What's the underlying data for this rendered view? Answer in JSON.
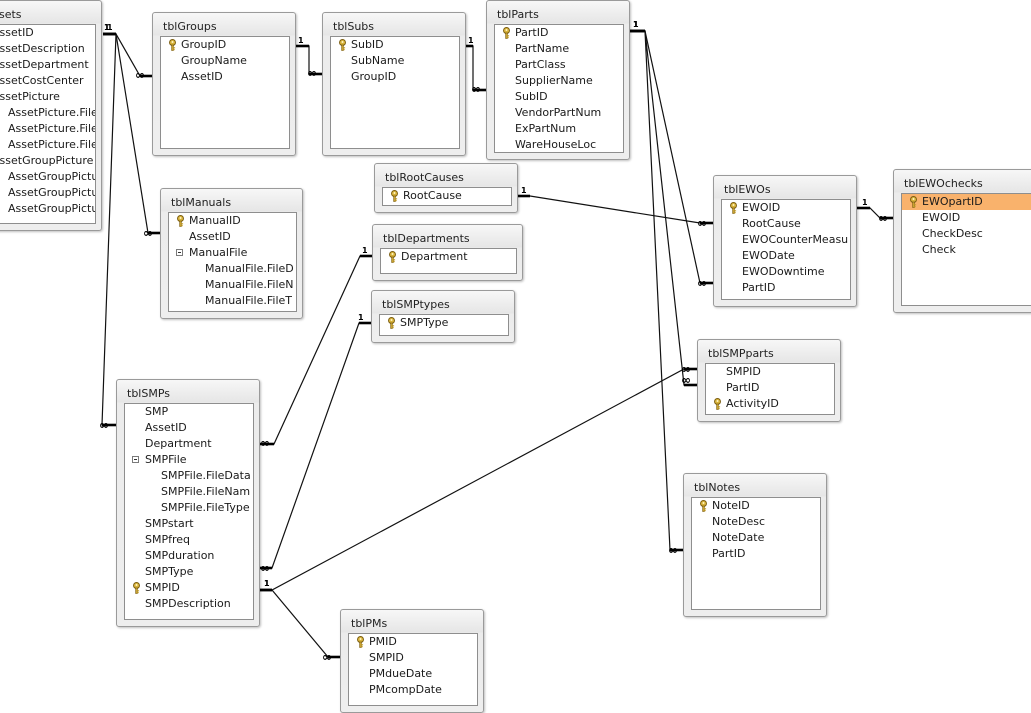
{
  "tables": [
    {
      "id": "assets",
      "title": "sets",
      "fields": [
        {
          "name": "AssetID"
        },
        {
          "name": "AssetDescription"
        },
        {
          "name": "AssetDepartment"
        },
        {
          "name": "AssetCostCenter"
        },
        {
          "name": "AssetPicture"
        },
        {
          "name": "AssetPicture.File",
          "indent": 1
        },
        {
          "name": "AssetPicture.File",
          "indent": 1
        },
        {
          "name": "AssetPicture.File",
          "indent": 1
        },
        {
          "name": "AssetGroupPicture"
        },
        {
          "name": "AssetGroupPictu",
          "indent": 1
        },
        {
          "name": "AssetGroupPictu",
          "indent": 1
        },
        {
          "name": "AssetGroupPictu",
          "indent": 1
        }
      ]
    },
    {
      "id": "tblGroups",
      "title": "tblGroups",
      "fields": [
        {
          "name": "GroupID",
          "pk": true
        },
        {
          "name": "GroupName"
        },
        {
          "name": "AssetID"
        }
      ]
    },
    {
      "id": "tblSubs",
      "title": "tblSubs",
      "fields": [
        {
          "name": "SubID",
          "pk": true
        },
        {
          "name": "SubName"
        },
        {
          "name": "GroupID"
        }
      ]
    },
    {
      "id": "tblParts",
      "title": "tblParts",
      "fields": [
        {
          "name": "PartID",
          "pk": true
        },
        {
          "name": "PartName"
        },
        {
          "name": "PartClass"
        },
        {
          "name": "SupplierName"
        },
        {
          "name": "SubID"
        },
        {
          "name": "VendorPartNum"
        },
        {
          "name": "ExPartNum"
        },
        {
          "name": "WareHouseLoc"
        }
      ]
    },
    {
      "id": "tblRootCauses",
      "title": "tblRootCauses",
      "fields": [
        {
          "name": "RootCause",
          "pk": true
        }
      ]
    },
    {
      "id": "tblDepartments",
      "title": "tblDepartments",
      "fields": [
        {
          "name": "Department",
          "pk": true
        }
      ]
    },
    {
      "id": "tblSMPtypes",
      "title": "tblSMPtypes",
      "fields": [
        {
          "name": "SMPType",
          "pk": true
        }
      ]
    },
    {
      "id": "tblManuals",
      "title": "tblManuals",
      "fields": [
        {
          "name": "ManualID",
          "pk": true
        },
        {
          "name": "AssetID"
        },
        {
          "name": "ManualFile",
          "expand": true
        },
        {
          "name": "ManualFile.FileD",
          "indent": 1
        },
        {
          "name": "ManualFile.FileN",
          "indent": 1
        },
        {
          "name": "ManualFile.FileT",
          "indent": 1
        }
      ]
    },
    {
      "id": "tblEWOs",
      "title": "tblEWOs",
      "fields": [
        {
          "name": "EWOID",
          "pk": true
        },
        {
          "name": "RootCause"
        },
        {
          "name": "EWOCounterMeasu"
        },
        {
          "name": "EWODate"
        },
        {
          "name": "EWODowntime"
        },
        {
          "name": "PartID"
        }
      ]
    },
    {
      "id": "tblEWOchecks",
      "title": "tblEWOchecks",
      "fields": [
        {
          "name": "EWOpartID",
          "pk": true,
          "selected": true
        },
        {
          "name": "EWOID"
        },
        {
          "name": "CheckDesc"
        },
        {
          "name": "Check"
        }
      ]
    },
    {
      "id": "tblSMPparts",
      "title": "tblSMPparts",
      "fields": [
        {
          "name": "SMPID"
        },
        {
          "name": "PartID"
        },
        {
          "name": "ActivityID",
          "pk": true
        }
      ]
    },
    {
      "id": "tblNotes",
      "title": "tblNotes",
      "fields": [
        {
          "name": "NoteID",
          "pk": true
        },
        {
          "name": "NoteDesc"
        },
        {
          "name": "NoteDate"
        },
        {
          "name": "PartID"
        }
      ]
    },
    {
      "id": "tblSMPs",
      "title": "tblSMPs",
      "fields": [
        {
          "name": "SMP"
        },
        {
          "name": "AssetID"
        },
        {
          "name": "Department"
        },
        {
          "name": "SMPFile",
          "expand": true
        },
        {
          "name": "SMPFile.FileData",
          "indent": 1
        },
        {
          "name": "SMPFile.FileNam",
          "indent": 1
        },
        {
          "name": "SMPFile.FileType",
          "indent": 1
        },
        {
          "name": "SMPstart"
        },
        {
          "name": "SMPfreq"
        },
        {
          "name": "SMPduration"
        },
        {
          "name": "SMPType"
        },
        {
          "name": "SMPID",
          "pk": true
        },
        {
          "name": "SMPDescription"
        }
      ]
    },
    {
      "id": "tblPMs",
      "title": "tblPMs",
      "fields": [
        {
          "name": "PMID",
          "pk": true
        },
        {
          "name": "SMPID"
        },
        {
          "name": "PMdueDate"
        },
        {
          "name": "PMcompDate"
        }
      ]
    }
  ],
  "relationships": [
    {
      "id": "assets-groups",
      "one_label": "1",
      "many_label": "∞"
    },
    {
      "id": "assets-manuals",
      "one_label": "1",
      "many_label": "∞"
    },
    {
      "id": "assets-smps",
      "one_label": "1",
      "many_label": "∞"
    },
    {
      "id": "groups-subs",
      "one_label": "1",
      "many_label": "∞"
    },
    {
      "id": "subs-parts",
      "one_label": "1",
      "many_label": "∞"
    },
    {
      "id": "parts-ewos",
      "one_label": "1",
      "many_label": "∞"
    },
    {
      "id": "parts-smpparts",
      "one_label": "1",
      "many_label": "∞"
    },
    {
      "id": "parts-notes",
      "one_label": "1",
      "many_label": "∞"
    },
    {
      "id": "rootcauses-ewos",
      "one_label": "1",
      "many_label": "∞"
    },
    {
      "id": "ewos-ewochecks",
      "one_label": "1",
      "many_label": "∞"
    },
    {
      "id": "departments-smps",
      "one_label": "1",
      "many_label": "∞"
    },
    {
      "id": "smptypes-smps",
      "one_label": "1",
      "many_label": "∞"
    },
    {
      "id": "smps-smpparts",
      "one_label": "1",
      "many_label": "∞"
    },
    {
      "id": "smps-pms",
      "one_label": "1",
      "many_label": "∞"
    }
  ]
}
